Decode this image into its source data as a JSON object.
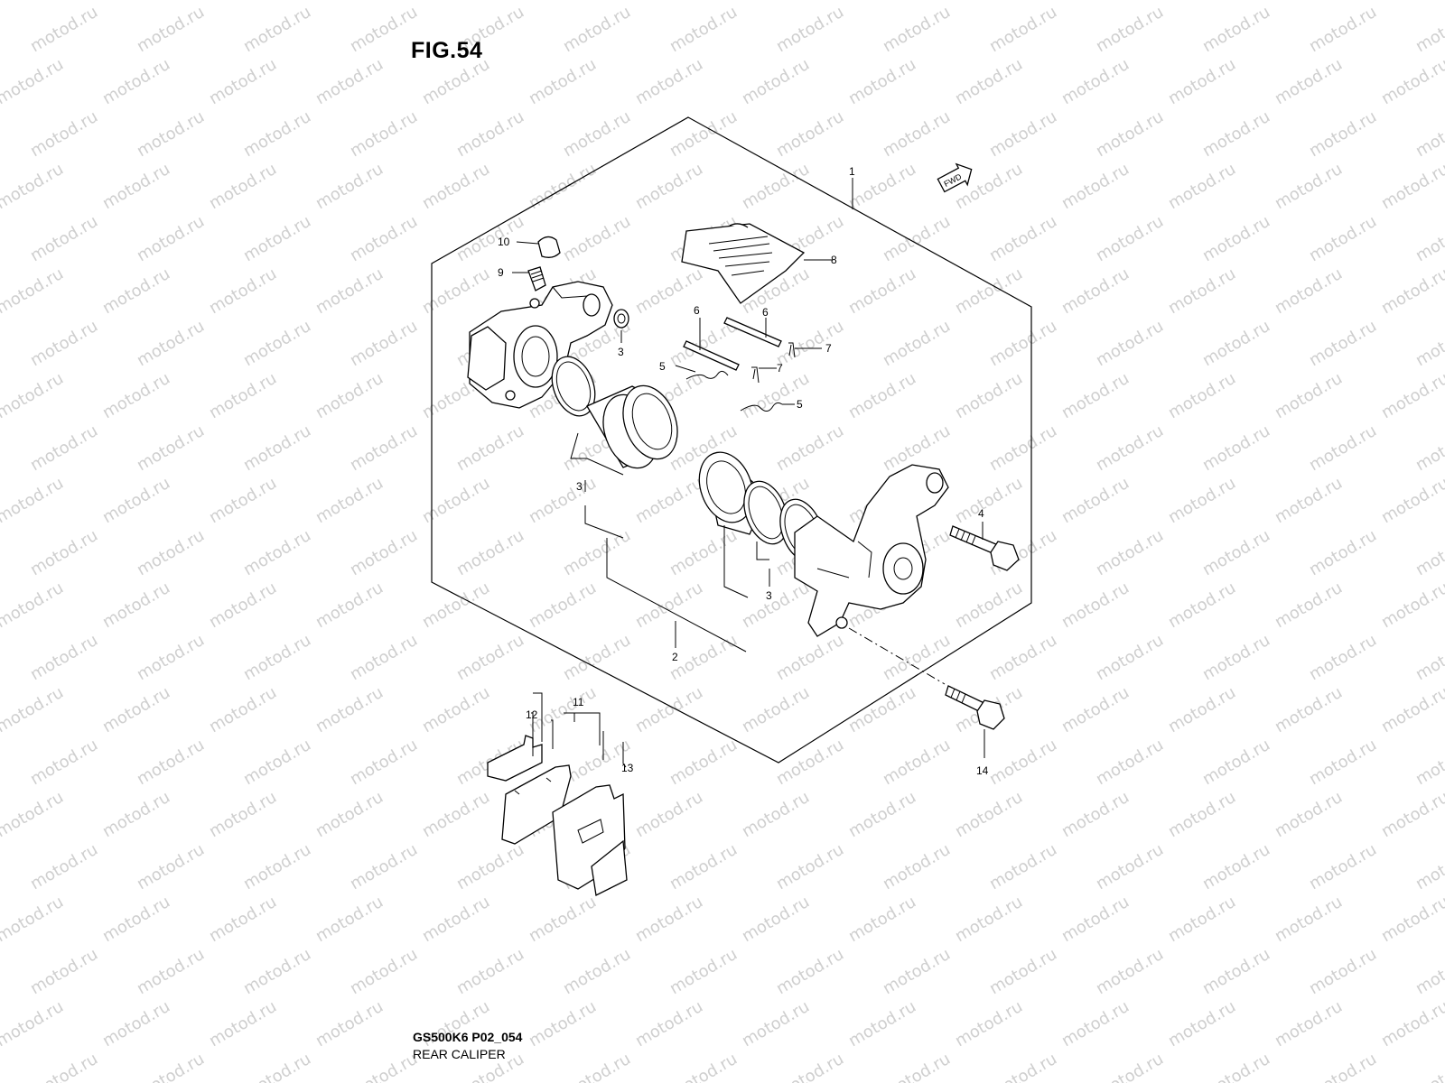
{
  "figure": {
    "title": "FIG.54",
    "code": "GS500K6 P02_054",
    "name": "REAR CALIPER",
    "watermark": "motod.ru"
  },
  "fwd_label": "FWD",
  "callouts": {
    "c1": "1",
    "c2": "2",
    "c3a": "3",
    "c3b": "3",
    "c3c": "3",
    "c4": "4",
    "c5a": "5",
    "c5b": "5",
    "c6a": "6",
    "c6b": "6",
    "c7a": "7",
    "c7b": "7",
    "c8": "8",
    "c9": "9",
    "c10": "10",
    "c11": "11",
    "c12": "12",
    "c13": "13",
    "c14": "14"
  },
  "colors": {
    "line": "#000000",
    "watermark": "#cfcfcf",
    "background": "#ffffff"
  }
}
